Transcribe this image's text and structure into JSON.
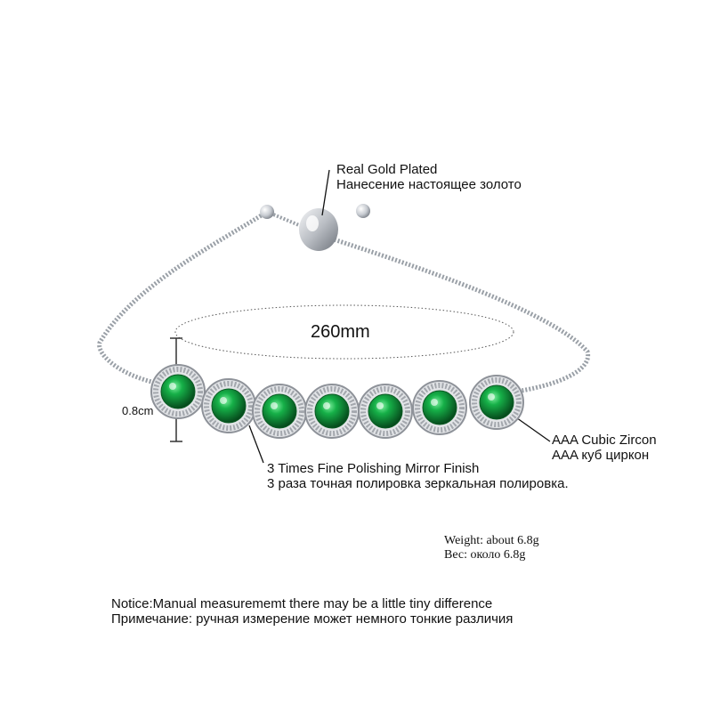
{
  "labels": {
    "plating_en": "Real Gold Plated",
    "plating_ru": "Нанесение настоящее золото",
    "length": "260mm",
    "width": "0.8cm",
    "polish_en": "3 Times Fine Polishing Mirror Finish",
    "polish_ru": "3 раза точная полировка зеркальная полировка.",
    "stone_en": "AAA Cubic Zircon",
    "stone_ru": "AAA куб циркон",
    "weight_en": "Weight: about  6.8g",
    "weight_ru": "Вес: около  6.8g",
    "notice_en": "Notice:Manual measurememt there may be a little tiny difference",
    "notice_ru": "Примечание: ручная измерение может немного тонкие различия"
  },
  "colors": {
    "gem": "#13a33f",
    "gem_dark": "#0a5a22",
    "silver": "#c9ccd1",
    "silver_dark": "#8e9299"
  }
}
